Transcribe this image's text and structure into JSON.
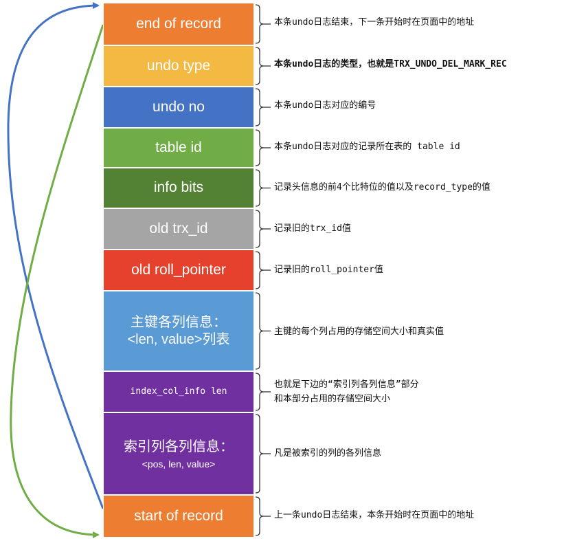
{
  "blocks": [
    {
      "id": "end-of-record",
      "label": "end of record",
      "color": "#ED7D31"
    },
    {
      "id": "undo-type",
      "label": "undo type",
      "color": "#F4B942"
    },
    {
      "id": "undo-no",
      "label": "undo no",
      "color": "#4472C4"
    },
    {
      "id": "table-id",
      "label": "table id",
      "color": "#70AD47"
    },
    {
      "id": "info-bits",
      "label": "info bits",
      "color": "#548235"
    },
    {
      "id": "old-trx-id",
      "label": "old trx_id",
      "color": "#A5A5A5"
    },
    {
      "id": "old-roll-pointer",
      "label": "old roll_pointer",
      "color": "#E5412D"
    },
    {
      "id": "pk-columns",
      "label": "主键各列信息：",
      "label2": "<len, value>列表",
      "color": "#5B9BD5"
    },
    {
      "id": "index-col-info-len",
      "label": "index_col_info len",
      "color": "#7030A0"
    },
    {
      "id": "index-columns",
      "label": "索引列各列信息：",
      "sub": "<pos, len, value>",
      "color": "#7030A0"
    },
    {
      "id": "start-of-record",
      "label": "start of record",
      "color": "#ED7D31"
    }
  ],
  "annotations": [
    "本条undo日志结束，下一条开始时在页面中的地址",
    "本条undo日志的类型，也就是TRX_UNDO_DEL_MARK_REC",
    "本条undo日志对应的编号",
    "本条undo日志对应的记录所在表的 table id",
    "记录头信息的前4个比特位的值以及record_type的值",
    "记录旧的trx_id值",
    "记录旧的roll_pointer值",
    "主键的每个列占用的存储空间大小和真实值",
    "也就是下边的“索引列各列信息”部分",
    "和本部分占用的存储空间大小",
    "凡是被索引的列的各列信息",
    "上一条undo日志结束，本条开始时在页面中的地址"
  ],
  "colors": {
    "blue_arrow": "#4472C4",
    "green_arrow": "#70AD47",
    "brace": "#333333",
    "block_border": "#8B6A3A"
  }
}
